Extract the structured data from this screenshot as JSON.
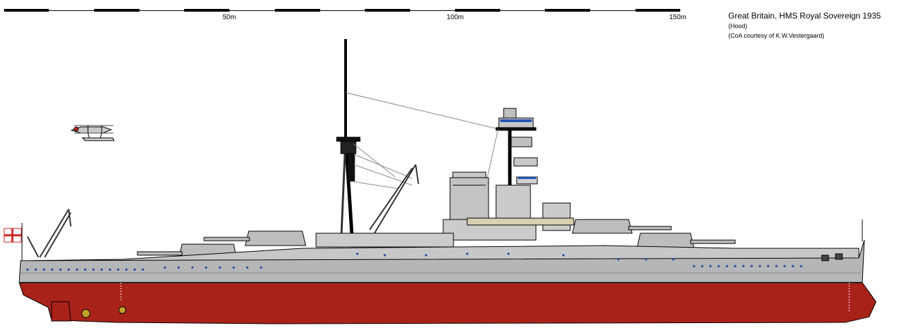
{
  "caption": {
    "title": "Great Britain, HMS Royal Sovereign 1935",
    "subtitle": "(Hood)",
    "credit": "(CoA courtesy of  K.W.Vestergaard)"
  },
  "scale": {
    "labels": [
      "50m",
      "100m",
      "150m"
    ]
  },
  "colors": {
    "hull_lower": "#a92219",
    "hull_upper": "#b6b6b6",
    "superstructure": "#cbcbcb",
    "outline": "#000000",
    "porthole": "#2244aa"
  }
}
